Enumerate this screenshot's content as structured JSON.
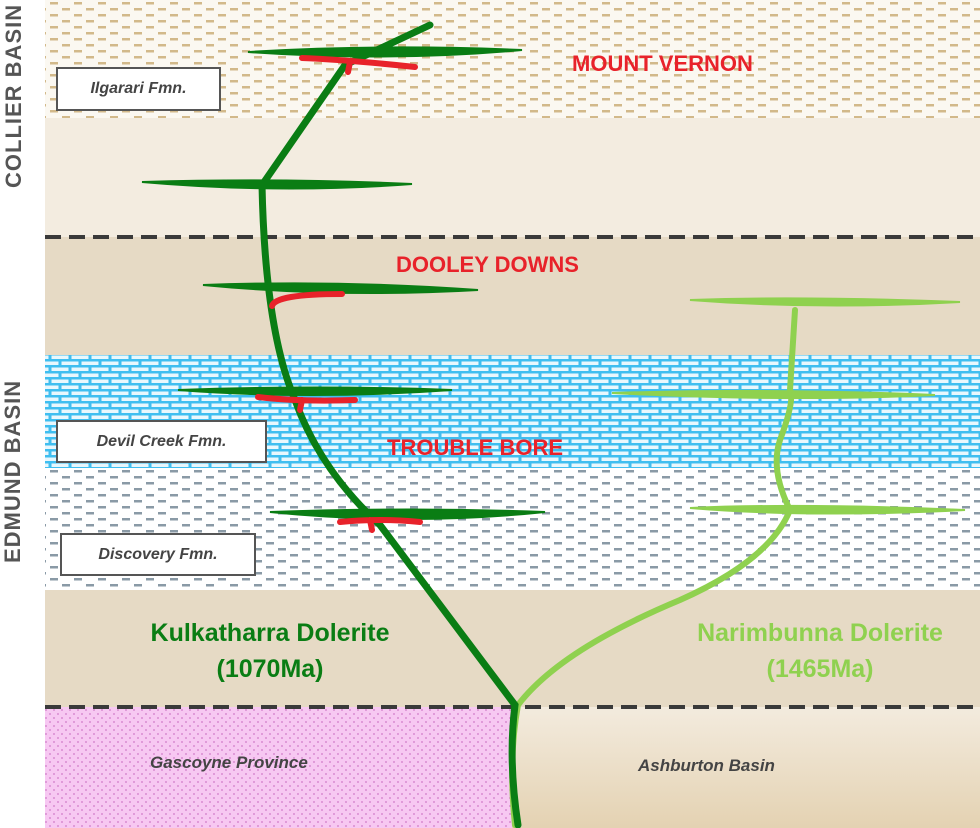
{
  "basins": {
    "collier": "COLLIER BASIN",
    "edmund": "EDMUND BASIN"
  },
  "formations": {
    "ilgarari": "Ilgarari Fmn.",
    "devil_creek": "Devil Creek Fmn.",
    "discovery": "Discovery Fmn."
  },
  "intrusion_levels": {
    "mount_vernon": "MOUNT VERNON",
    "dooley_downs": "DOOLEY DOWNS",
    "trouble_bore": "TROUBLE BORE"
  },
  "dolerites": {
    "kulkatharra": {
      "name": "Kulkatharra Dolerite",
      "age": "(1070Ma)",
      "color": "#0a7d14"
    },
    "narimbunna": {
      "name": "Narimbunna Dolerite",
      "age": "(1465Ma)",
      "color": "#8fd14f"
    }
  },
  "basement": {
    "gascoyne": "Gascoyne Province",
    "ashburton": "Ashburton Basin"
  },
  "colors": {
    "highlight": "#e8222a"
  }
}
